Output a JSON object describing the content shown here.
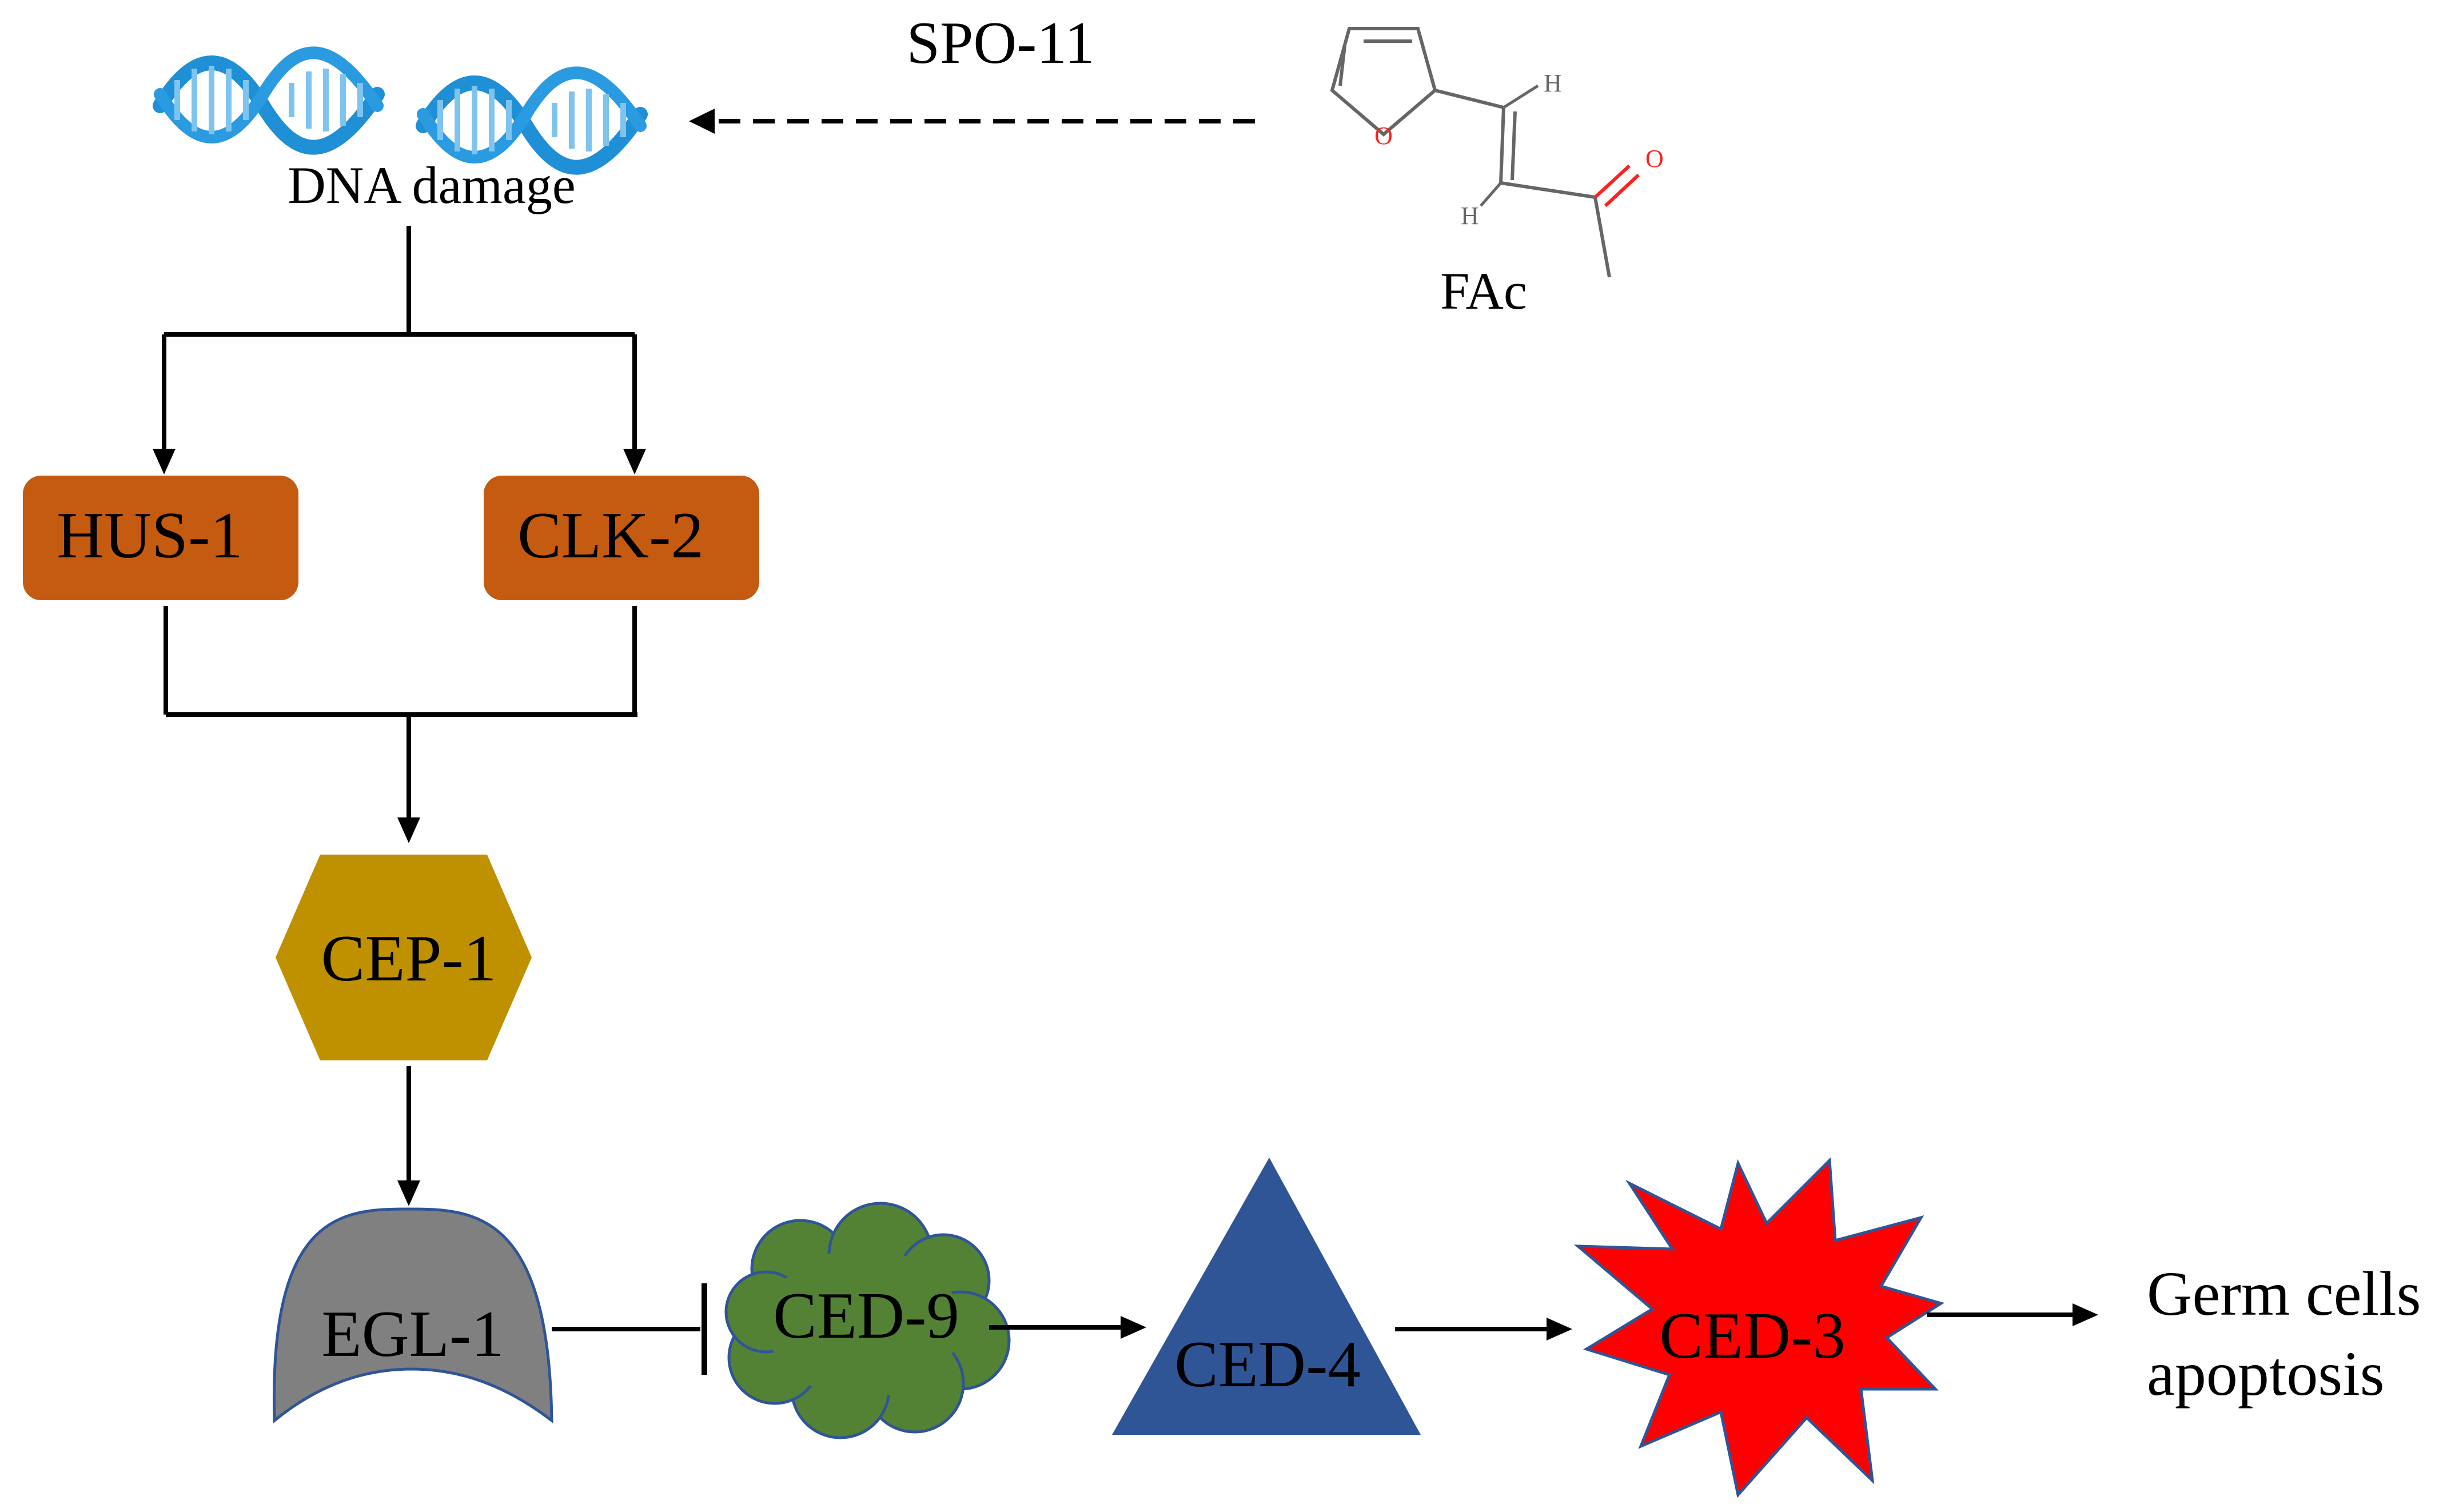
{
  "labels": {
    "spo11": "SPO-11",
    "dna_damage": "DNA damage",
    "fac": "FAc",
    "atom_o_ring": "O",
    "atom_o_carbonyl": "O",
    "atom_h1": "H",
    "atom_h2": "H",
    "hus1": "HUS-1",
    "clk2": "CLK-2",
    "cep1": "CEP-1",
    "egl1": "EGL-1",
    "ced9": "CED-9",
    "ced4": "CED-4",
    "ced3": "CED-3",
    "outcome_line1": "Germ cells",
    "outcome_line2": "apoptosis"
  },
  "colors": {
    "hus1_fill": "#c55a11",
    "clk2_fill": "#c55a11",
    "cep1_fill": "#bf9000",
    "egl1_fill": "#808080",
    "egl1_stroke": "#2f5597",
    "ced9_fill": "#548235",
    "ced9_stroke": "#2f5597",
    "ced4_fill": "#2f5597",
    "ced3_fill": "#ff0000",
    "ced3_stroke": "#2f5597",
    "dna_blue": "#1f8fd6",
    "dna_light": "#7fc4ee",
    "arrow": "#000000",
    "molecule_bond": "#555555",
    "oxygen": "#ff2020"
  }
}
